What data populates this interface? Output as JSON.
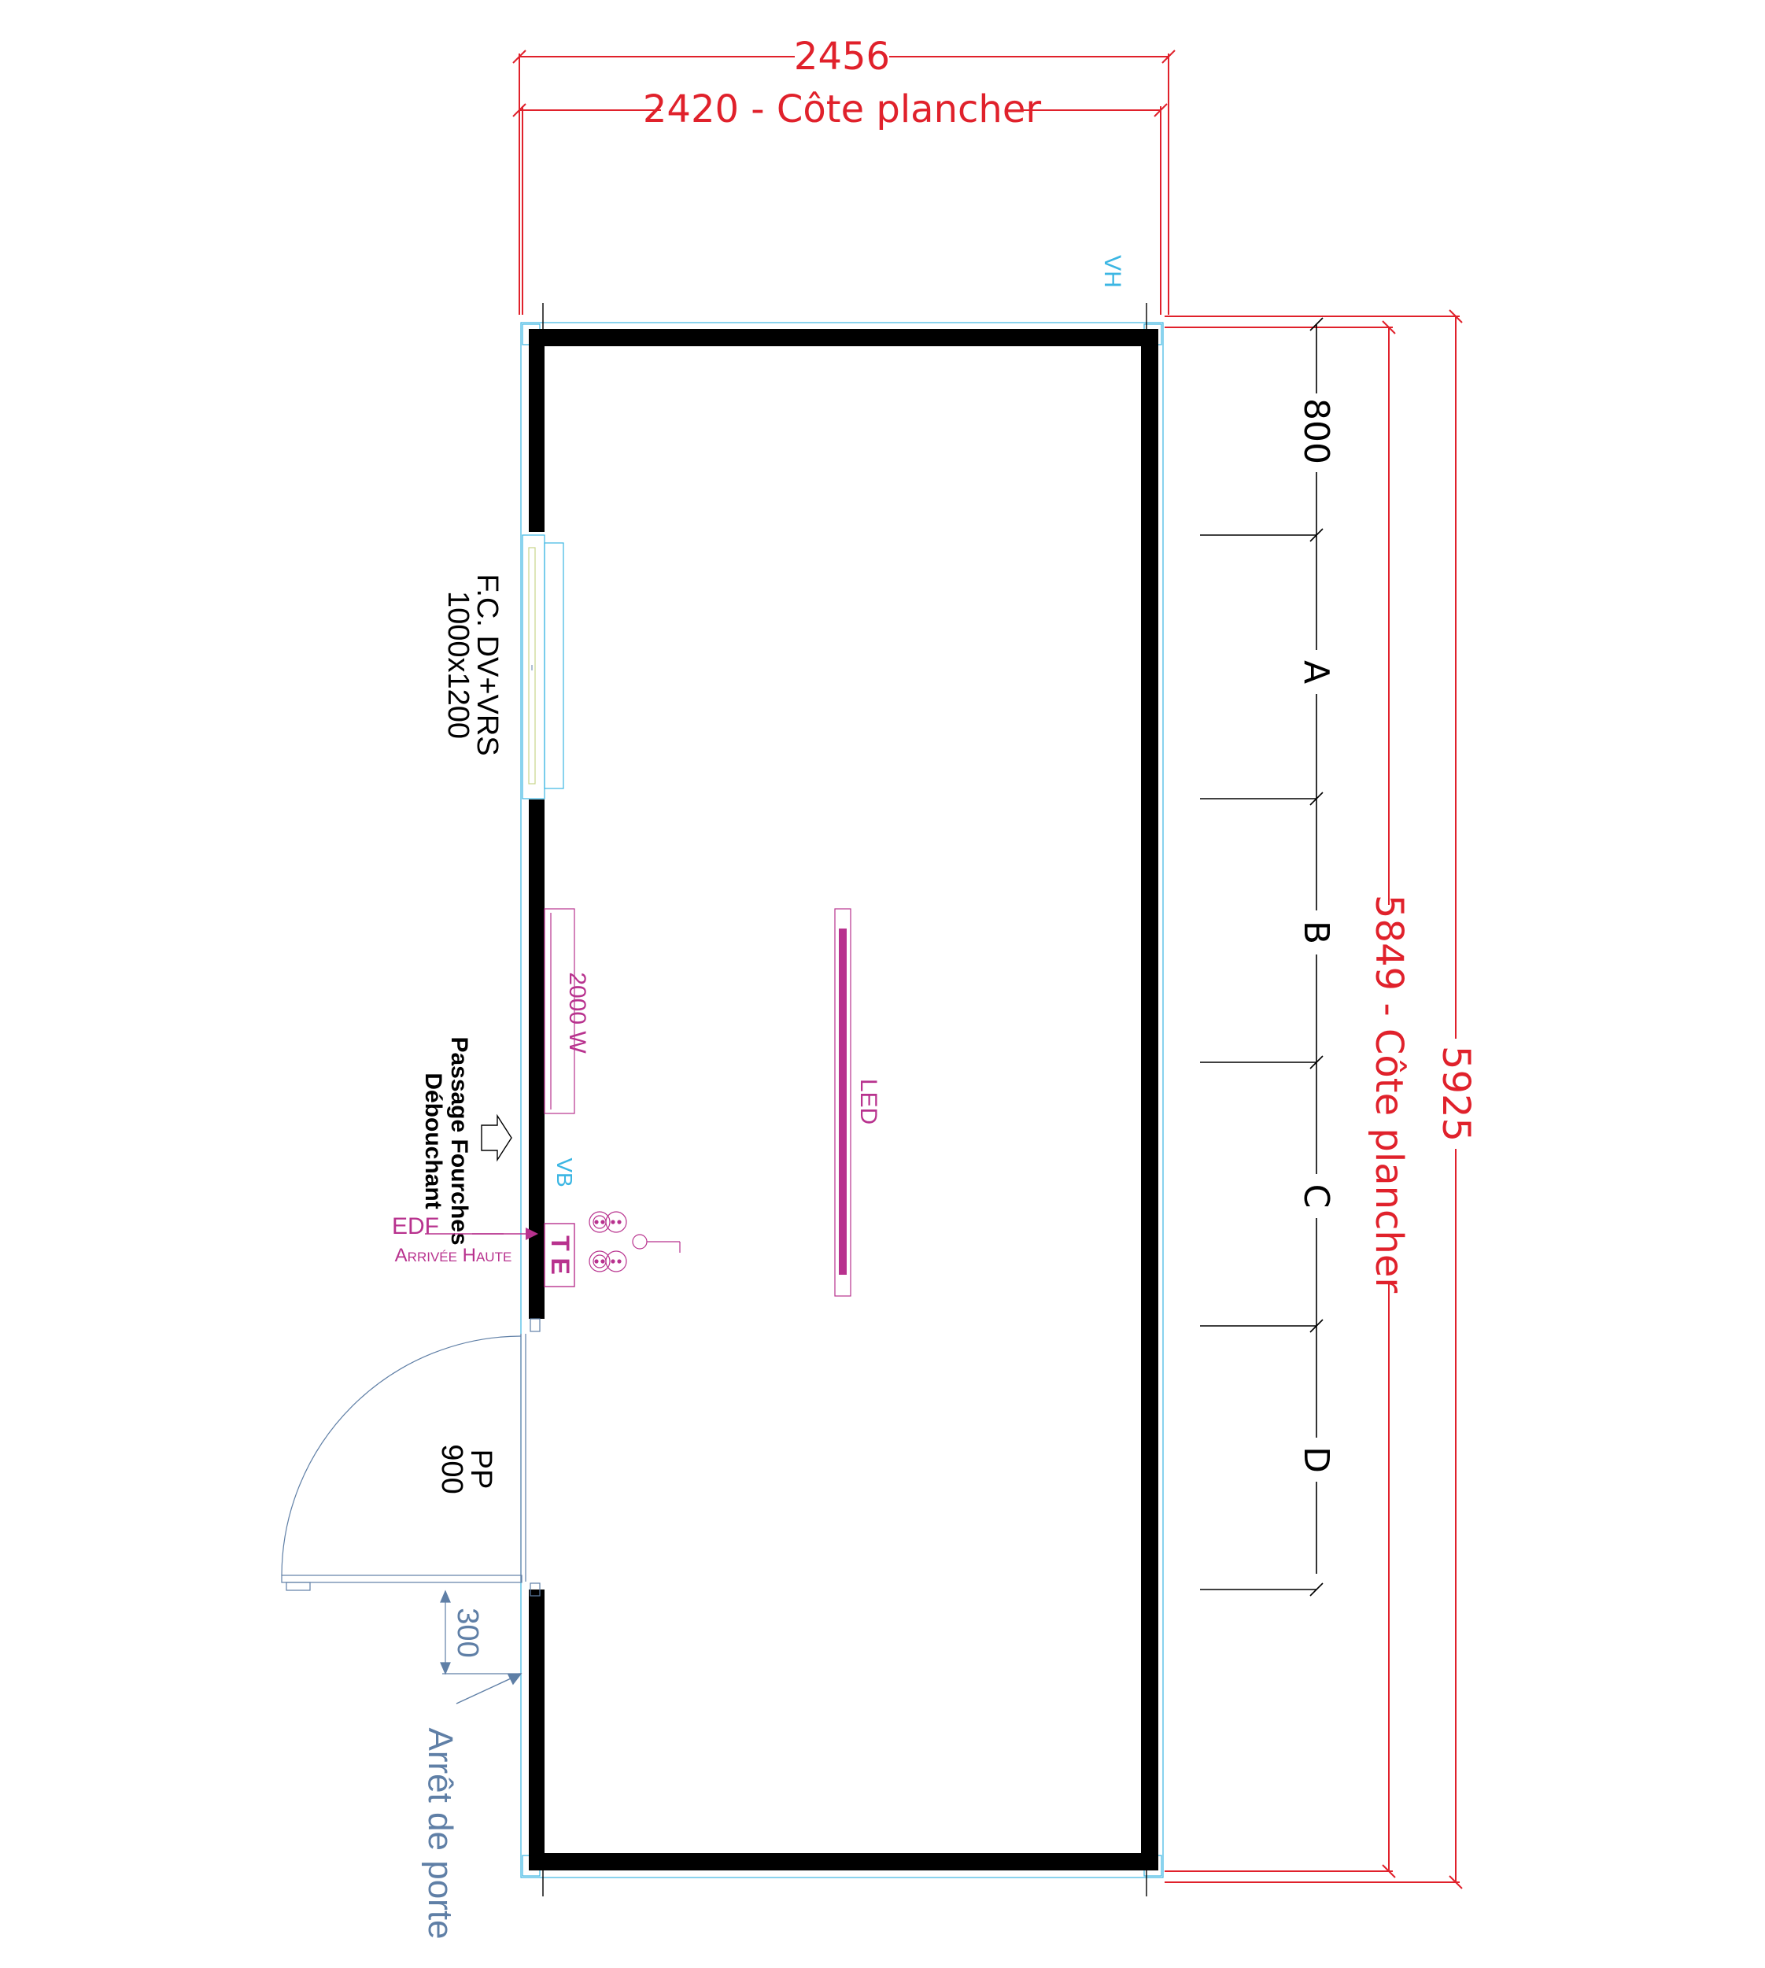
{
  "colors": {
    "dimension": "#e0212b",
    "wall": "#000000",
    "cyan": "#3bb6e3",
    "magenta": "#b8328e",
    "blue_gray": "#5f7fa6",
    "text": "#000000"
  },
  "dimensions": {
    "overall_width": "2456",
    "floor_width": "2420 - Côte plancher",
    "floor_length": "5849 - Côte plancher",
    "overall_length": "5925",
    "segment_first": "800"
  },
  "sections": [
    "A",
    "B",
    "C",
    "D"
  ],
  "labels": {
    "vh": "VH",
    "vb": "VB",
    "window_line1": "F.C. DV+VRS",
    "window_line2": "1000x1200",
    "heater": "2000 W",
    "led": "LED",
    "forks_line1": "Passage Fourches",
    "forks_line2": "Débouchant",
    "edf": "EDF",
    "edf_sub": "Arrivée Haute",
    "te": "T E",
    "door_line1": "PP",
    "door_line2": "900",
    "door_offset": "300",
    "door_stop": "Arrêt de porte"
  }
}
